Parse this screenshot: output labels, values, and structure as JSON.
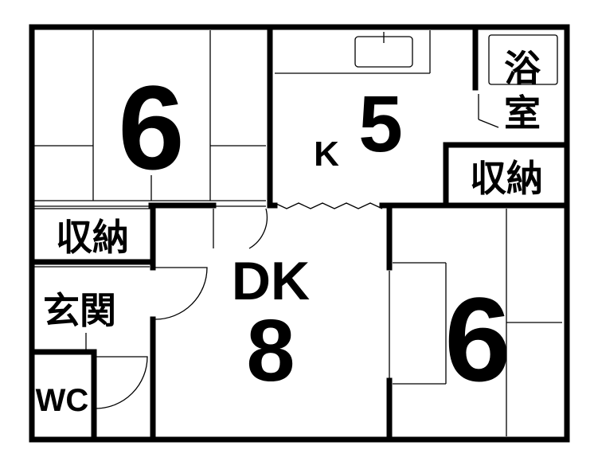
{
  "floorplan": {
    "rooms": {
      "tatami_room_left": {
        "size": "6"
      },
      "kitchen": {
        "label": "K",
        "size": "5"
      },
      "bath": {
        "label_top": "浴",
        "label_bottom": "室"
      },
      "storage_right": {
        "label": "収納"
      },
      "storage_left": {
        "label": "収納"
      },
      "entrance": {
        "label": "玄関"
      },
      "toilet": {
        "label": "WC"
      },
      "dining_kitchen": {
        "label": "DK",
        "size": "8"
      },
      "tatami_room_right": {
        "size": "6"
      }
    }
  }
}
